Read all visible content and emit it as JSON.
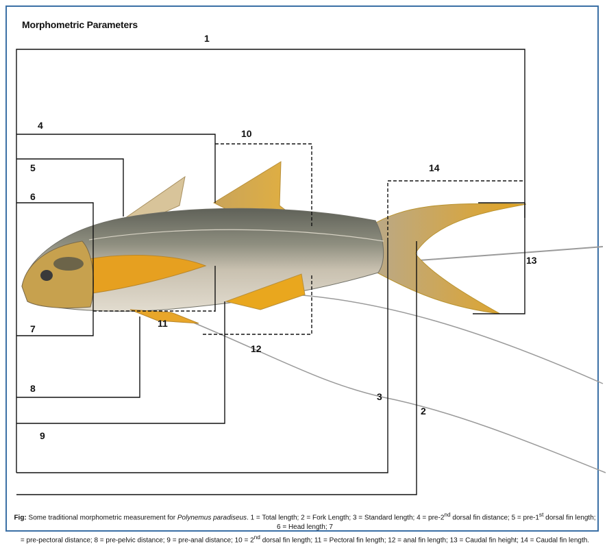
{
  "title": "Morphometric Parameters",
  "labels": {
    "l1": "1",
    "l2": "2",
    "l3": "3",
    "l4": "4",
    "l5": "5",
    "l6": "6",
    "l7": "7",
    "l8": "8",
    "l9": "9",
    "l10": "10",
    "l11": "11",
    "l12": "12",
    "l13": "13",
    "l14": "14"
  },
  "colors": {
    "frame": "#3a6fa5",
    "fin": "#e8a21c",
    "body_gray": "#8a8a7a",
    "belly": "#cfc6b6",
    "line": "#111111"
  },
  "caption": {
    "prefix": "Fig:",
    "lead": " Some traditional morphometric measurement for ",
    "species": "Polynemus paradiseus",
    "part1": ". 1 = Total length; 2 = Fork Length; 3 = Standard length; 4 = pre-2",
    "sup1": "nd",
    "part2": " dorsal fin distance; 5 = pre-1",
    "sup2": "st",
    "part3": " dorsal fin length; 6 = Head length; 7",
    "part4": "= pre-pectoral distance; 8 = pre-pelvic distance; 9 = pre-anal distance; 10 = 2",
    "sup3": "nd",
    "part5": " dorsal fin length; 11 = Pectoral fin length; 12 = anal fin length; 13 = Caudal fin height; 14 = Caudal fin length."
  }
}
